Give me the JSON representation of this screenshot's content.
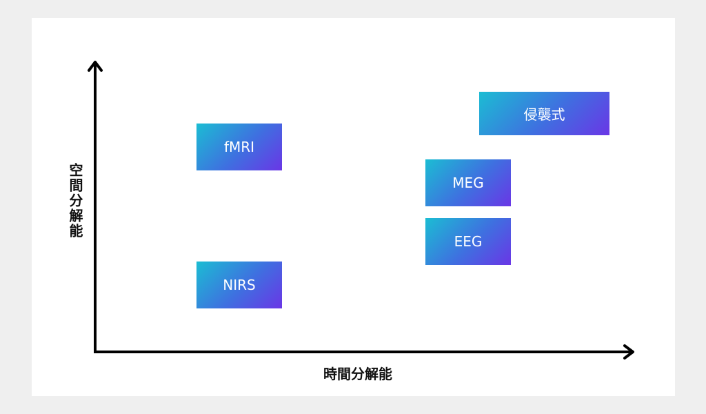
{
  "diagram": {
    "y_axis_label": "空間分解能",
    "x_axis_label": "時間分解能",
    "methods": {
      "invasive": "侵襲式",
      "fmri": "fMRI",
      "meg": "MEG",
      "eeg": "EEG",
      "nirs": "NIRS"
    },
    "colors": {
      "gradient_start": "#1bbdd3",
      "gradient_mid": "#3f6fe0",
      "gradient_end": "#6a36e6",
      "axis": "#000000"
    }
  }
}
